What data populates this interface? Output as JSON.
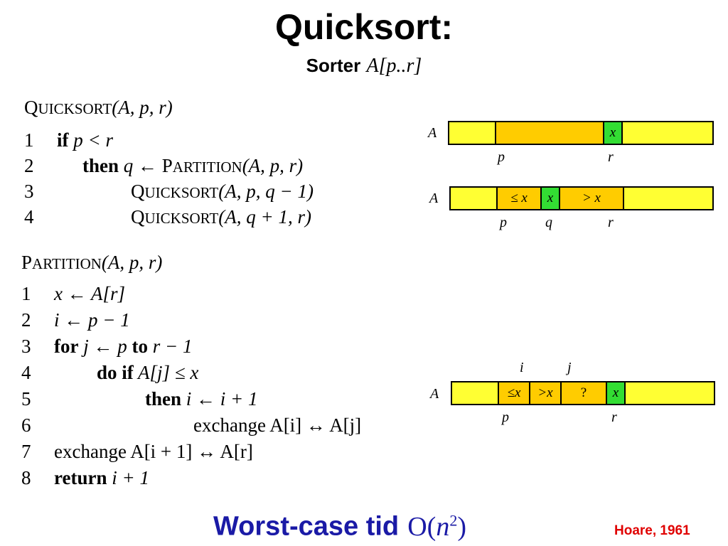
{
  "slide": {
    "title": "Quicksort:",
    "subtitle_word": "Sorter",
    "subtitle_math": "A[p..r]",
    "footer_text": "Worst-case tid",
    "footer_math_pre": "O(",
    "footer_math_var": "n",
    "footer_math_exp": "2",
    "footer_math_post": ")",
    "credit": "Hoare, 1961"
  },
  "quicksort": {
    "header_name_cap": "Q",
    "header_name_rest": "UICKSORT",
    "header_args": "(A, p, r)",
    "lines": [
      {
        "num": "1",
        "kw": "if",
        "rest": " p < r"
      },
      {
        "num": "2",
        "kw": "then",
        "rest": " q ← ",
        "call_cap": "P",
        "call_rest": "ARTITION",
        "call_args": "(A, p, r)"
      },
      {
        "num": "3",
        "call_cap": "Q",
        "call_rest": "UICKSORT",
        "call_args": "(A, p, q − 1)"
      },
      {
        "num": "4",
        "call_cap": "Q",
        "call_rest": "UICKSORT",
        "call_args": "(A, q + 1, r)"
      }
    ]
  },
  "partition": {
    "header_name_cap": "P",
    "header_name_rest": "ARTITION",
    "header_args": "(A, p, r)",
    "lines": [
      {
        "num": "1",
        "text": "x ← A[r]"
      },
      {
        "num": "2",
        "text": "i ← p − 1"
      },
      {
        "num": "3",
        "kw": "for",
        "mid": " j ← p ",
        "kw2": "to",
        "rest": " r − 1"
      },
      {
        "num": "4",
        "kw": "do if",
        "rest": " A[j] ≤ x"
      },
      {
        "num": "5",
        "kw": "then",
        "rest": " i ← i + 1"
      },
      {
        "num": "6",
        "text": "exchange A[i] ↔ A[j]"
      },
      {
        "num": "7",
        "text": "exchange A[i + 1] ↔ A[r]"
      },
      {
        "num": "8",
        "kw": "return",
        "rest": " i + 1"
      }
    ]
  },
  "diagrams": {
    "d1": {
      "array": "A",
      "pivot": "x",
      "below": [
        "p",
        "r"
      ]
    },
    "d2": {
      "array": "A",
      "le": "≤ x",
      "pivot": "x",
      "gt": "> x",
      "below": [
        "p",
        "q",
        "r"
      ]
    },
    "d3": {
      "array": "A",
      "above": [
        "i",
        "j"
      ],
      "le": "≤x",
      "gt": ">x",
      "unknown": "?",
      "pivot": "x",
      "below": [
        "p",
        "r"
      ]
    }
  },
  "colors": {
    "yellow": "#ffff33",
    "orange": "#ffcc00",
    "green": "#33dd33",
    "footer_blue": "#1a1aa6",
    "credit_red": "#e00000"
  }
}
